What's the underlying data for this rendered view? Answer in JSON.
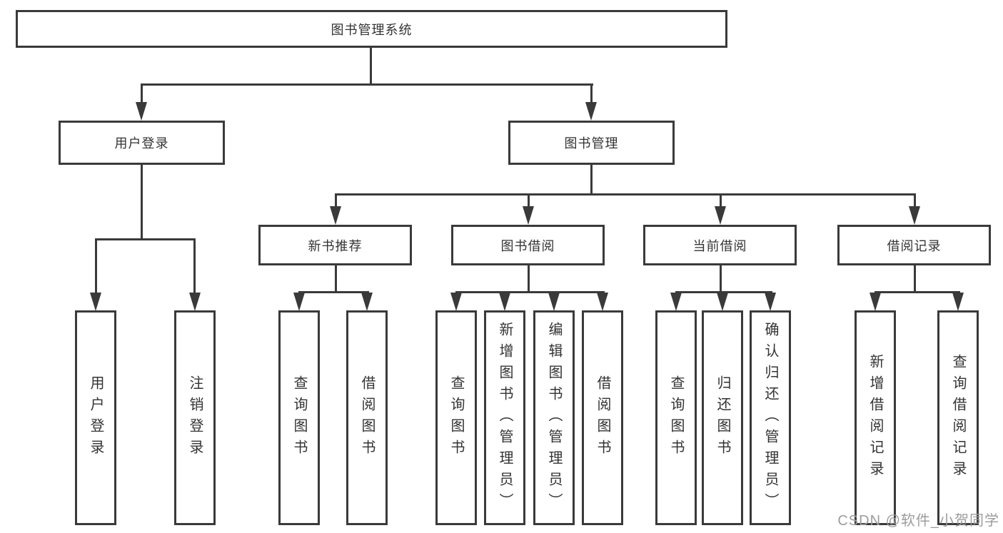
{
  "tree": {
    "root": {
      "label": "图书管理系统",
      "children": [
        {
          "label": "用户登录",
          "children": [
            {
              "label": "用户登录"
            },
            {
              "label": "注销登录"
            }
          ]
        },
        {
          "label": "图书管理",
          "children": [
            {
              "label": "新书推荐",
              "children": [
                {
                  "label": "查询图书"
                },
                {
                  "label": "借阅图书"
                }
              ]
            },
            {
              "label": "图书借阅",
              "children": [
                {
                  "label": "查询图书"
                },
                {
                  "label": "新增图书（管理员）"
                },
                {
                  "label": "编辑图书（管理员）"
                },
                {
                  "label": "借阅图书"
                }
              ]
            },
            {
              "label": "当前借阅",
              "children": [
                {
                  "label": "查询图书"
                },
                {
                  "label": "归还图书"
                },
                {
                  "label": "确认归还（管理员）"
                }
              ]
            },
            {
              "label": "借阅记录",
              "children": [
                {
                  "label": "新增借阅记录"
                },
                {
                  "label": "查询借阅记录"
                }
              ]
            }
          ]
        }
      ]
    }
  },
  "colors": {
    "line": "#3a3a3a",
    "text": "#333333",
    "watermark": "#9c9c9c",
    "background": "#ffffff"
  },
  "watermark": {
    "text": "CSDN @软件_小贺同学"
  }
}
